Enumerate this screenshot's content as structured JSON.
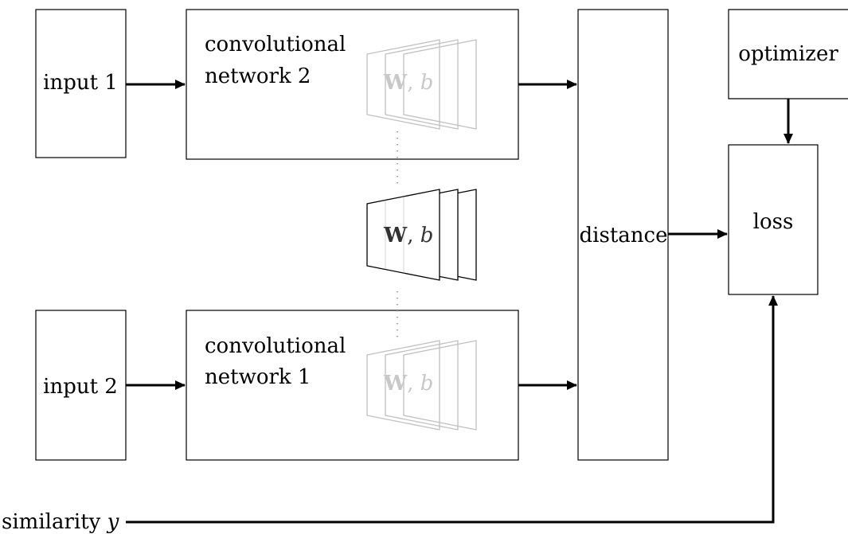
{
  "diagram": {
    "input1": {
      "label": "input 1"
    },
    "input2": {
      "label": "input 2"
    },
    "conv_network_2": {
      "line1": "convolutional",
      "line2": "network 2"
    },
    "conv_network_1": {
      "line1": "convolutional",
      "line2": "network 1"
    },
    "shared_weights": {
      "W": "W",
      "sep": ", ",
      "b": "b"
    },
    "distance": {
      "label": "distance"
    },
    "optimizer": {
      "label": "optimizer"
    },
    "loss": {
      "label": "loss"
    },
    "similarity": {
      "text": "similarity ",
      "var": "y"
    }
  }
}
